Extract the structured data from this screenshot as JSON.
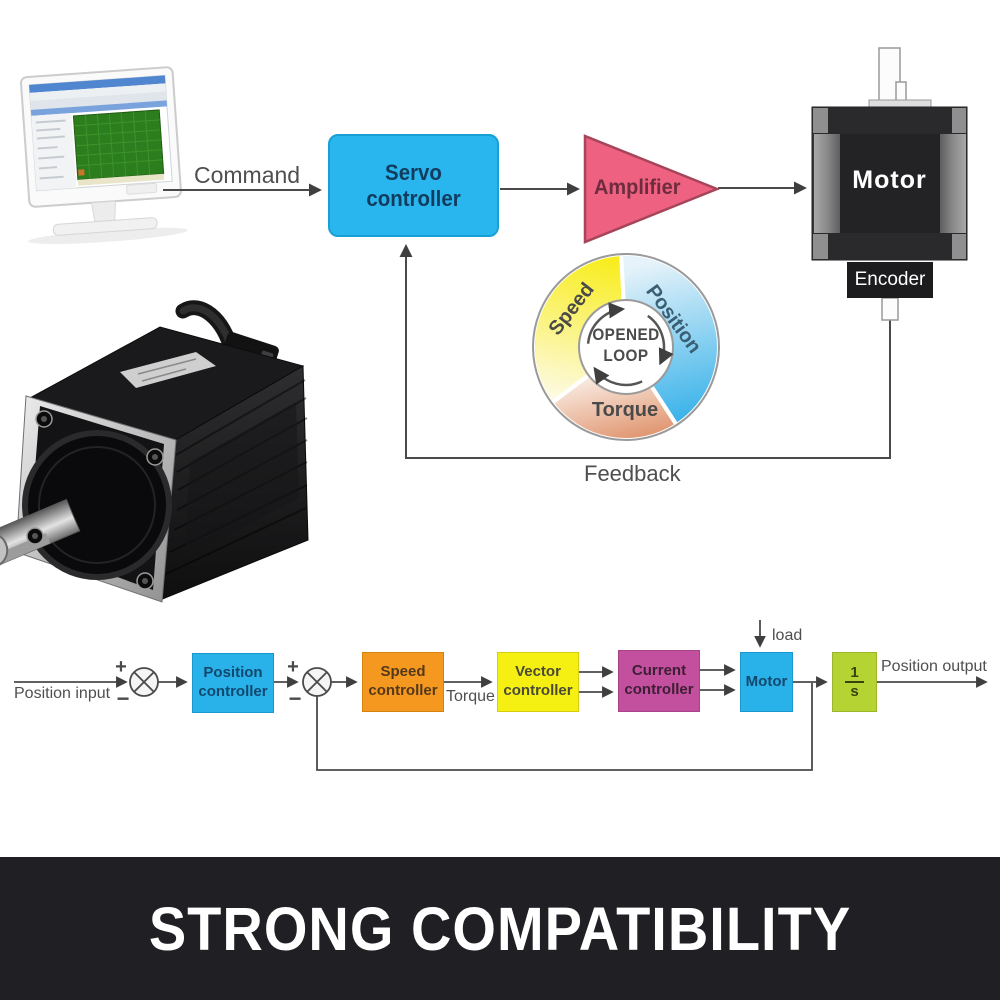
{
  "banner": {
    "text": "STRONG COMPATIBILITY",
    "bg": "#201f23",
    "text_color": "#ffffff"
  },
  "top_flow": {
    "command_label": "Command",
    "servo_controller": {
      "label": "Servo controller",
      "bg": "#29b6ef"
    },
    "amplifier": {
      "label": "Amplifier",
      "bg": "#ee6180"
    },
    "motor": {
      "label": "Motor",
      "body_color": "#39393b"
    },
    "encoder": {
      "label": "Encoder",
      "bg": "#1c1c1e"
    },
    "feedback_label": "Feedback"
  },
  "loop_wheel": {
    "center_line1": "OPENED",
    "center_line2": "LOOP",
    "segments": [
      {
        "label": "Speed",
        "color": "#f7ec1c"
      },
      {
        "label": "Position",
        "color": "#3cb4e8"
      },
      {
        "label": "Torque",
        "color": "#e2916c"
      }
    ]
  },
  "block_diagram": {
    "input_label": "Position input",
    "output_label": "Position output",
    "torque_label": "Torque",
    "load_label": "load",
    "plus": "+",
    "minus": "−",
    "boxes": {
      "position_controller": {
        "label": "Position\ncontroller",
        "bg": "#29b2ea"
      },
      "speed_controller": {
        "label": "Speed\ncontroller",
        "bg": "#f5981f"
      },
      "vector_controller": {
        "label": "Vector\ncontroller",
        "bg": "#f6ef12"
      },
      "current_controller": {
        "label": "Current\ncontroller",
        "bg": "#c2509e"
      },
      "motor": {
        "label": "Motor",
        "bg": "#29b2ea"
      },
      "integrator": {
        "numerator": "1",
        "denominator": "s",
        "bg": "#b5d434"
      }
    }
  }
}
